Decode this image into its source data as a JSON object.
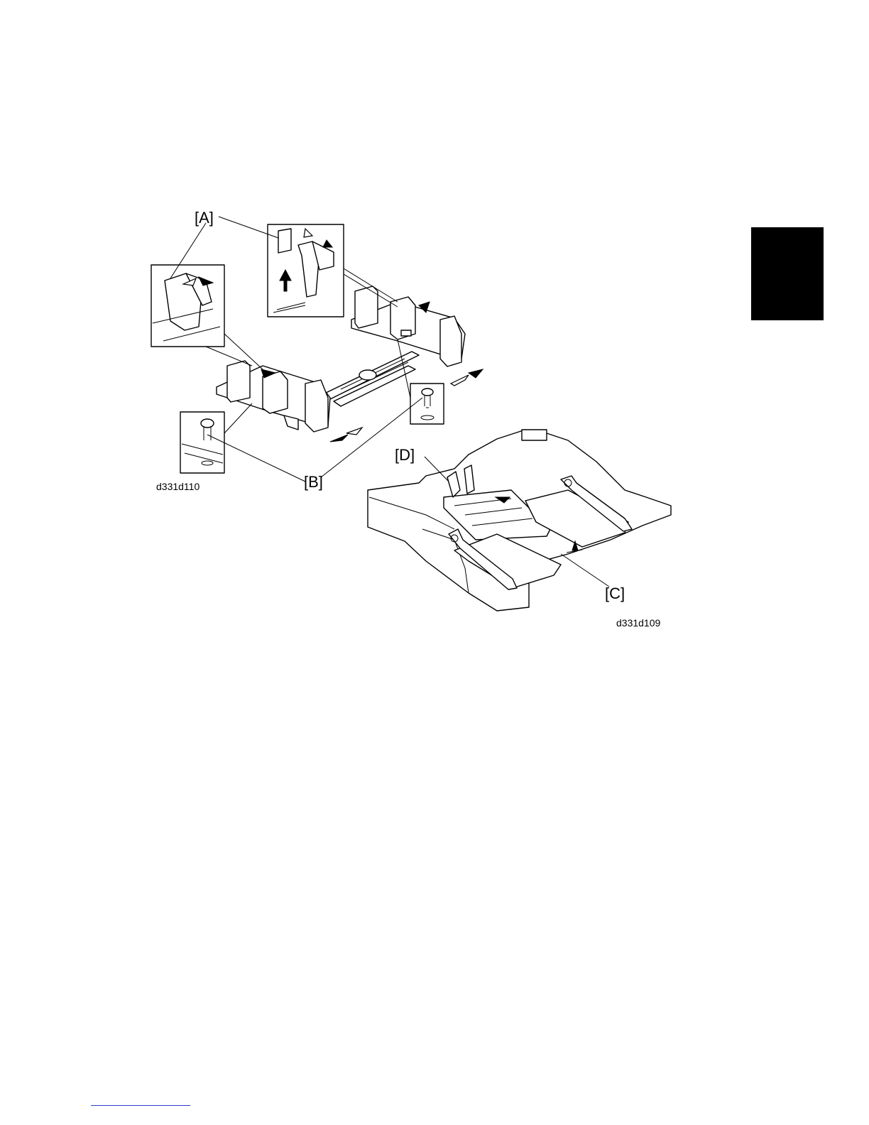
{
  "labels": {
    "a": "[A]",
    "b": "[B]",
    "c": "[C]",
    "d": "[D]"
  },
  "figure_ids": {
    "upper": "d331d110",
    "lower": "d331d109"
  },
  "colors": {
    "section_tab": "#000000",
    "footer_rule": "#2a3fc9"
  }
}
